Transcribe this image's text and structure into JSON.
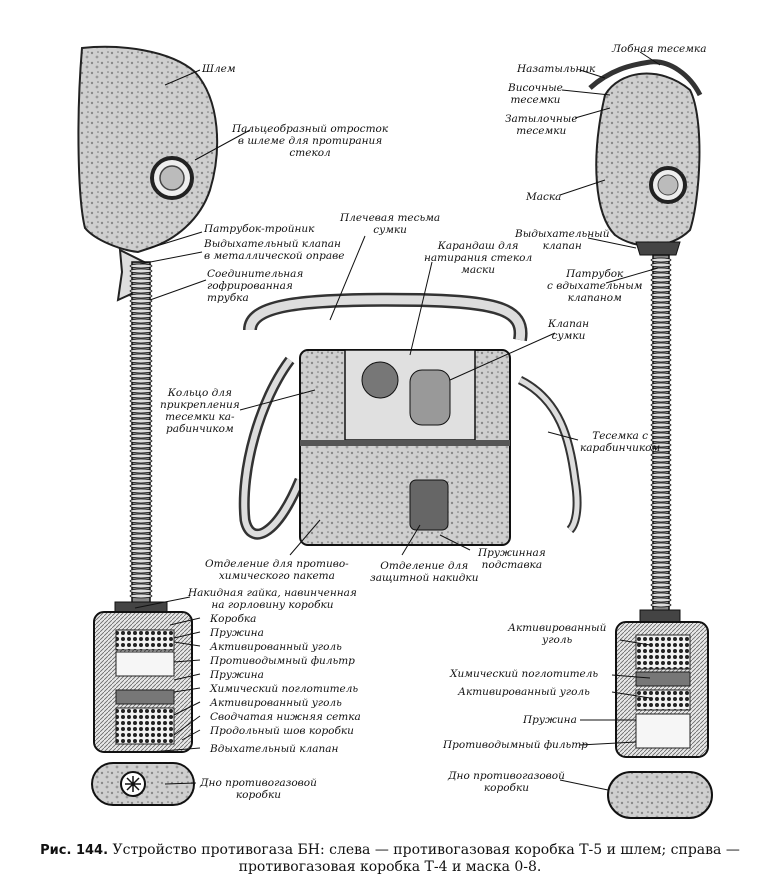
{
  "left_helmet": {
    "helmet": "Шлем",
    "finger_pocket": "Пальцеобразный отросток\nв шлеме для протирания\nстекол",
    "tee_pipe": "Патрубок-тройник",
    "exhale_valve_metal": "Выдыхательный клапан\nв металлической оправе",
    "corrugated_tube": "Соединительная\nгофрированная\nтрубка"
  },
  "bag": {
    "shoulder_strap": "Плечевая тесьма\nсумки",
    "pencil": "Карандаш для\nнатирания стекол\nмаски",
    "ring": "Кольцо для\nприкрепления\nтесемки ка-\nрабинчиком",
    "valve": "Клапан\nсумки",
    "carabiner_strap": "Тесемка с\nкарабинчиком",
    "chem_compartment": "Отделение для противо-\nхимического пакета",
    "cape_compartment": "Отделение для\nзащитной накидки",
    "spring_stand": "Пружинная\nподставка"
  },
  "left_box": {
    "items": [
      "Накидная гайка, навинченная\nна горловину коробки",
      "Коробка",
      "Пружина",
      "Активированный уголь",
      "Противодымный фильтр",
      "Пружина",
      "Химический поглотитель",
      "Активированный уголь",
      "Сводчатая нижняя сетка",
      "Продольный шов коробки",
      "Вдыхательный клапан"
    ],
    "bottom": "Дно противогазовой\nкоробки"
  },
  "right_mask": {
    "forehead_strap": "Лобная тесемка",
    "nape_pad": "Назатыльник",
    "temple_straps": "Височные\nтесемки",
    "back_straps": "Затылочные\nтесемки",
    "mask": "Маска",
    "exhale_valve": "Выдыхательный\nклапан",
    "inhale_pipe": "Патрубок\nс вдыхательным\nклапаном"
  },
  "right_box": {
    "activated_carbon_top": "Активированный\nуголь",
    "chem_absorber": "Химический поглотитель",
    "activated_carbon": "Активированный уголь",
    "spring": "Пружина",
    "smoke_filter": "Противодымный фильтр",
    "bottom": "Дно противогазовой\nкоробки"
  },
  "caption": {
    "fig": "Рис. 144.",
    "text": " Устройство противогаза БН: слева — противогазовая коробка Т-5 и шлем; справа — противогазовая коробка Т-4 и маска 0-8."
  }
}
